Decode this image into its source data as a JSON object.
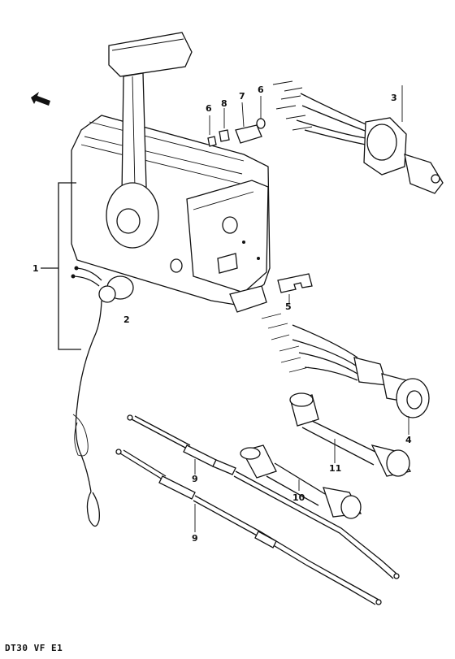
{
  "diagram": {
    "footer_code": "DT30 VF E1",
    "callouts": [
      "1",
      "2",
      "3",
      "4",
      "5",
      "6",
      "6",
      "7",
      "8",
      "9",
      "9",
      "10",
      "11"
    ]
  }
}
